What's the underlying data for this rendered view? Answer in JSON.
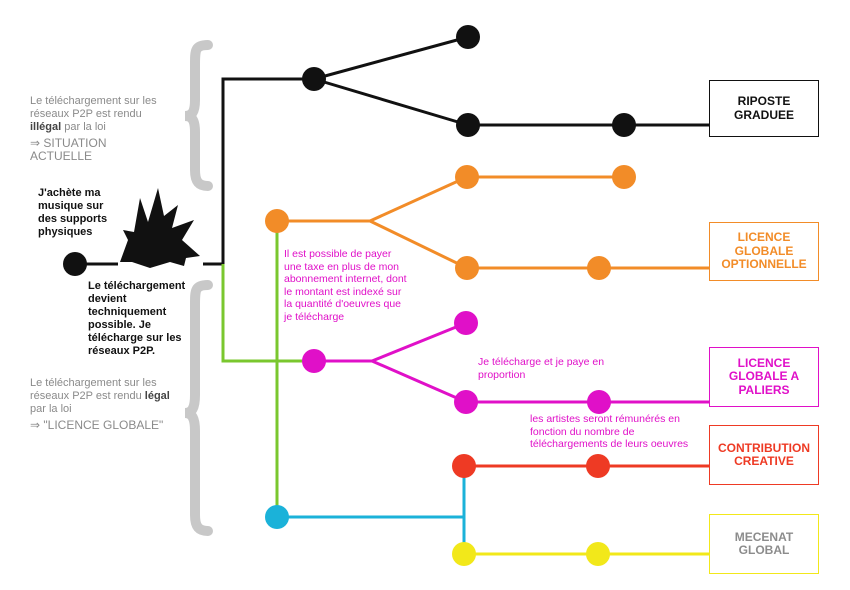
{
  "notes": {
    "illegal": {
      "before": "Le téléchargement sur les réseaux P2P est rendu ",
      "word": "illégal",
      "after": " par la loi",
      "implication": "⇒ SITUATION ACTUELLE"
    },
    "legal": {
      "before": "Le téléchargement sur les réseaux P2P est rendu ",
      "word": "légal",
      "after": " par la loi",
      "implication": "⇒ \"LICENCE GLOBALE\""
    },
    "start": "J'achète ma musique sur des supports physiques",
    "tech": "Le téléchargement devient techniquement possible. Je télécharge sur les réseaux P2P.",
    "tax": "Il est possible de payer une taxe en plus de mon abonnement internet, dont le montant est indexé sur la quantité d'oeuvres que je télécharge",
    "proportion": "Je télécharge et je paye en proportion",
    "artists": "les artistes seront rémunérés en fonction du nombre de téléchargements de leurs oeuvres"
  },
  "outcomes": {
    "riposte": "RIPOSTE GRADUEE",
    "licence_optionnelle": "LICENCE GLOBALE OPTIONNELLE",
    "licence_paliers": "LICENCE GLOBALE A PALIERS",
    "contribution": "CONTRIBUTION CREATIVE",
    "mecenat": "MECENAT GLOBAL"
  },
  "colors": {
    "black": "#111111",
    "gray": "#c8c8c8",
    "green": "#7ac72e",
    "orange": "#f28c28",
    "magenta": "#e010c8",
    "red": "#ee3a24",
    "cyan": "#1bb2d9",
    "yellow": "#f2e81a"
  }
}
